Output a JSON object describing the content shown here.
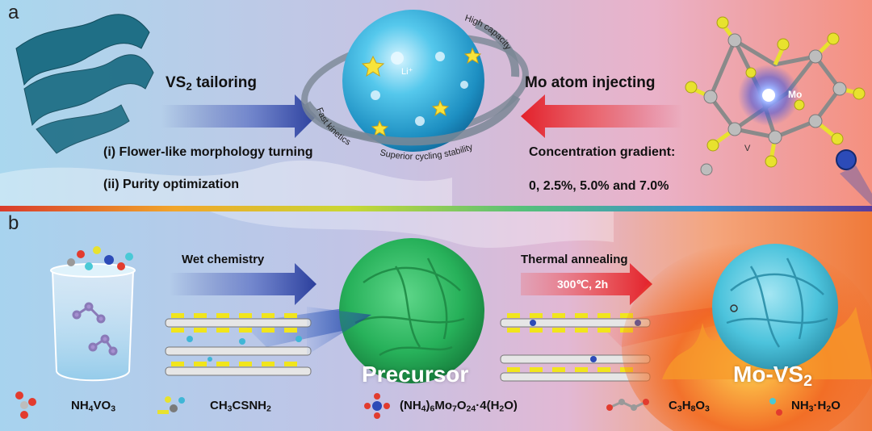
{
  "panel_a": {
    "label": "a",
    "left_title_main": "VS",
    "left_title_sub": "2",
    "left_title_rest": " tailoring",
    "right_title": "Mo atom injecting",
    "step_i": "(i) Flower-like morphology turning",
    "step_ii": "(ii) Purity optimization",
    "gradient_label": "Concentration gradient:",
    "gradient_values": "0, 2.5%, 5.0% and 7.0%",
    "sphere_ion": "Li⁺",
    "ring_high_capacity": "High capacity",
    "ring_fast_kinetics": "Fast kinetics",
    "ring_cycling": "Superior cycling stability",
    "atom_mo": "Mo",
    "atom_v": "V"
  },
  "panel_b": {
    "label": "b",
    "wet_chemistry": "Wet chemistry",
    "thermal_annealing": "Thermal annealing",
    "anneal_condition": "300℃, 2h",
    "precursor": "Precursor",
    "product_main": "Mo-VS",
    "product_sub": "2"
  },
  "legend": [
    {
      "parts": [
        "NH",
        "4",
        "VO",
        "3"
      ]
    },
    {
      "parts": [
        "CH",
        "3",
        "CSNH",
        "2"
      ]
    },
    {
      "parts": [
        "(NH",
        "4",
        ")",
        "6",
        "Mo",
        "7",
        "O",
        "24",
        "·4(H",
        "2",
        "O)"
      ]
    },
    {
      "parts": [
        "C",
        "3",
        "H",
        "8",
        "O",
        "3"
      ]
    },
    {
      "parts": [
        "NH",
        "3",
        "·H",
        "2",
        "O"
      ]
    }
  ],
  "colors": {
    "vs2_ribbon": "#1f6f86",
    "sphere": "#2fb6dc",
    "precursor": "#27b15a",
    "product": "#4cc3dc",
    "arrow_blue": "#2b3f9c",
    "arrow_red": "#e3202a",
    "sulfur": "#e8e22e",
    "vanadium": "#b8b8b8",
    "molybdenum": "#2c4bb8"
  }
}
